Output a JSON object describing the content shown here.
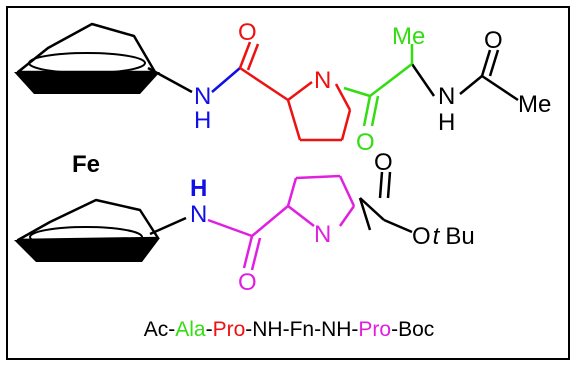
{
  "colors": {
    "black": "#000000",
    "blue": "#1010e6",
    "red": "#ee1111",
    "green": "#33dd11",
    "magenta": "#e020e0"
  },
  "labels": {
    "fe": "Fe",
    "nh_top": "N",
    "h_top": "H",
    "o_carbonyl_1": "O",
    "n_pro_1": "N",
    "me_top": "Me",
    "o_ala": "O",
    "o_acetyl": "O",
    "n_acetyl": "N",
    "h_acetyl": "H",
    "me_acetyl": "Me",
    "h_bottom": "H",
    "n_bottom": "N",
    "o_boc_top": "O",
    "n_pro_2": "N",
    "otbu_o": "O",
    "otbu_t": "t",
    "otbu_bu": "Bu",
    "o_carbonyl_2": "O"
  },
  "caption": [
    {
      "text": "Ac-",
      "color": "black"
    },
    {
      "text": "Ala",
      "color": "green"
    },
    {
      "text": "-",
      "color": "black"
    },
    {
      "text": "Pro",
      "color": "red"
    },
    {
      "text": "-NH-Fn-NH-",
      "color": "black"
    },
    {
      "text": "Pro",
      "color": "magenta"
    },
    {
      "text": "-Boc",
      "color": "black"
    }
  ]
}
